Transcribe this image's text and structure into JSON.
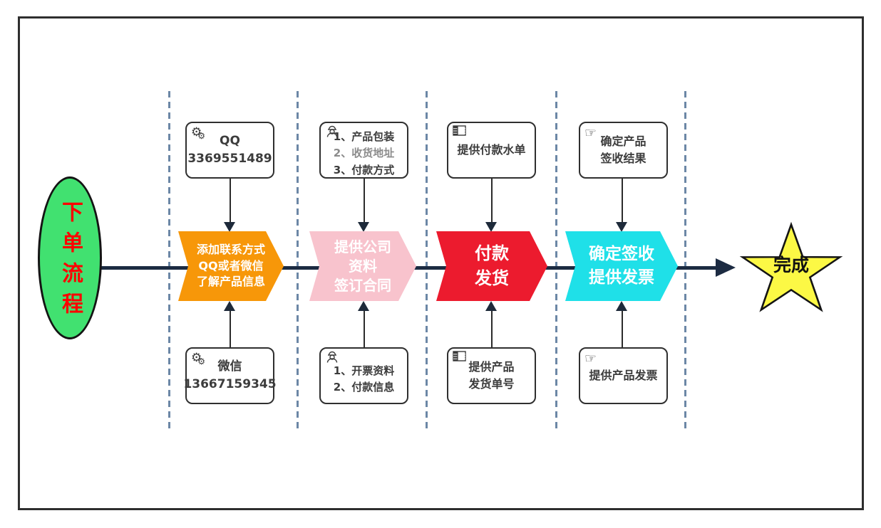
{
  "diagram_title": "下单流程",
  "colors": {
    "ellipse_green": "#41E170",
    "ellipse_text_red": "#FE0000",
    "chevron_orange": "#F79709",
    "chevron_pink": "#F8C3CD",
    "chevron_red": "#EC1B2E",
    "chevron_cyan": "#1FE0E8",
    "star_yellow": "#FCF845",
    "flow_line_navy": "#1C2B42",
    "lane_divider_blue": "#6C87A6"
  },
  "ellipse": {
    "label": "下单流程"
  },
  "star": {
    "label": "完成"
  },
  "stages": [
    {
      "top_box": {
        "icon": "gears-icon",
        "lines": [
          "QQ",
          "3369551489"
        ]
      },
      "chevron": {
        "color": "#F79709",
        "lines": [
          "添加联系方式",
          "QQ或者微信",
          "了解产品信息"
        ]
      },
      "bottom_box": {
        "icon": "gears-icon",
        "lines": [
          "微信",
          "13667159345"
        ]
      }
    },
    {
      "top_box": {
        "icon": "worker-icon",
        "lines": [
          "1、产品包装",
          "2、收货地址",
          "3、付款方式"
        ]
      },
      "chevron": {
        "color": "#F8C3CD",
        "lines": [
          "提供公司",
          "资料",
          "签订合同"
        ]
      },
      "bottom_box": {
        "icon": "worker-icon",
        "lines": [
          "1、开票资料",
          "2、付款信息"
        ]
      }
    },
    {
      "top_box": {
        "icon": "table-icon",
        "lines": [
          "提供付款水单"
        ]
      },
      "chevron": {
        "color": "#EC1B2E",
        "lines": [
          "付款",
          "发货"
        ]
      },
      "bottom_box": {
        "icon": "table-icon",
        "lines": [
          "提供产品",
          "发货单号"
        ]
      }
    },
    {
      "top_box": {
        "icon": "pointing-hand-icon",
        "lines": [
          "确定产品",
          "签收结果"
        ]
      },
      "chevron": {
        "color": "#1FE0E8",
        "lines": [
          "确定签收",
          "提供发票"
        ]
      },
      "bottom_box": {
        "icon": "pointing-hand-icon",
        "lines": [
          "提供产品发票"
        ]
      }
    }
  ]
}
